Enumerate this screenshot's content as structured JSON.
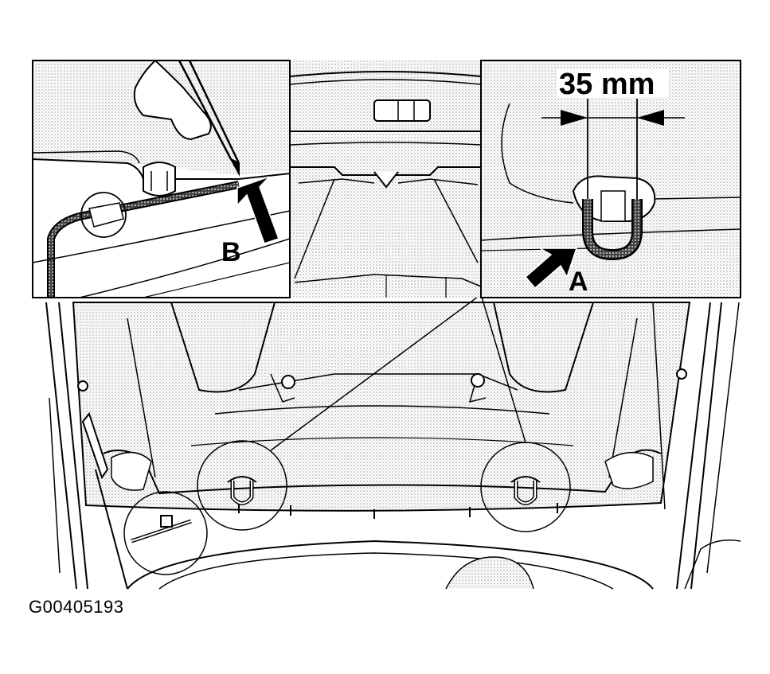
{
  "figure_id": "G00405193",
  "callouts": {
    "a": "A",
    "b": "B"
  },
  "dimension": {
    "label": "35 mm"
  },
  "colors": {
    "ink": "#000000",
    "paper": "#ffffff",
    "stipple": "#9a9a9a"
  }
}
